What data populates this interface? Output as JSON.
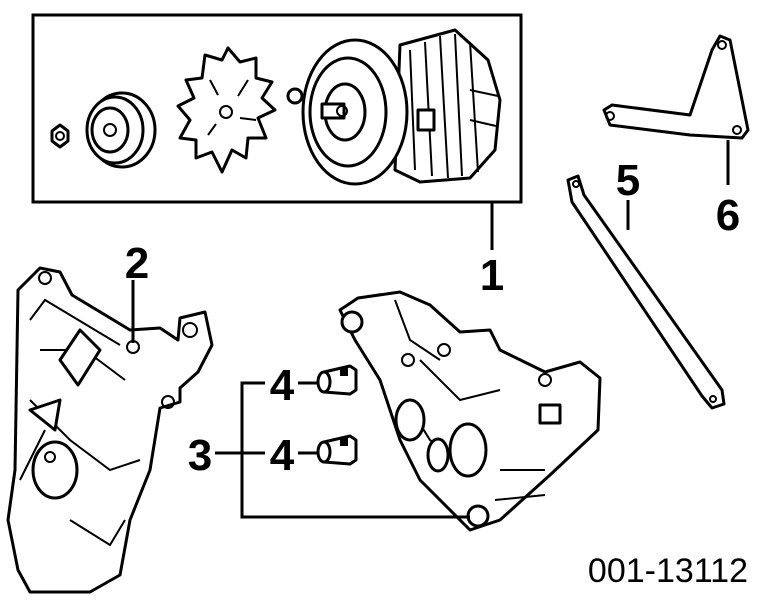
{
  "callouts": {
    "c1": "1",
    "c2": "2",
    "c3": "3",
    "c4a": "4",
    "c4b": "4",
    "c5": "5",
    "c6": "6"
  },
  "diagram_code": "001-13112",
  "colors": {
    "ink": "#000000",
    "paper": "#ffffff"
  }
}
